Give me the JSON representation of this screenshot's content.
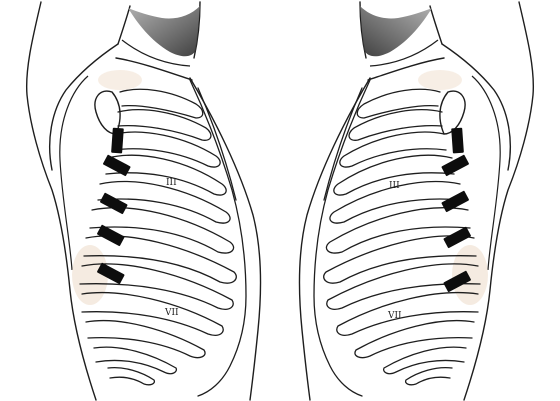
{
  "labels": {
    "left_upper": "III",
    "left_lower": "VII",
    "right_upper": "III",
    "right_lower": "VII"
  },
  "colors": {
    "line": "#1e1e1e",
    "marker": "#0d0d0d",
    "neck_shade": "#6e6e6e",
    "skin_tint": "#f1e2d4",
    "background": "#ffffff"
  },
  "electrodes_per_side": 5
}
